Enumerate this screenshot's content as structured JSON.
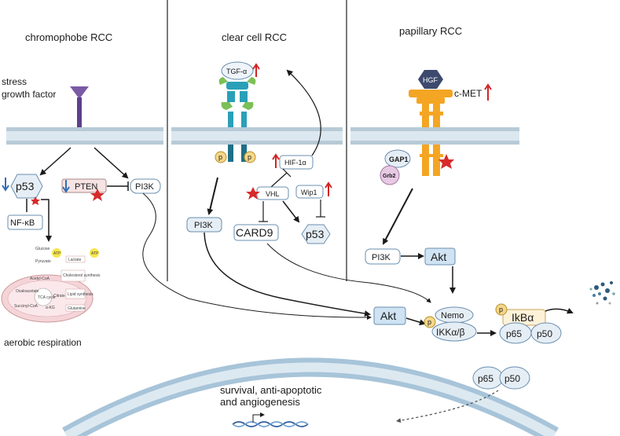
{
  "headers": {
    "chromophobe": "chromophobe RCC",
    "clear_cell": "clear cell RCC",
    "papillary": "papillary RCC"
  },
  "chromophobe": {
    "stress": "stress",
    "growth_factor": "growth factor",
    "p53": "p53",
    "pten": "PTEN",
    "pi3k": "PI3K",
    "nfkb": "NF-κB",
    "aerobic": "aerobic respiration",
    "metabolism": {
      "glucose": "Glucose",
      "pyruvate": "Pyruvate",
      "lactate": "Lactate",
      "acetyl_coa": "Acetyl-CoA",
      "cholesterol": "Cholesterol synthesis",
      "oxaloacetate": "Oxaloacetate",
      "tca": "TCA cycle",
      "citrate": "Citrate",
      "lipid": "Lipid synthesis",
      "succinyl": "Succinyl-CoA",
      "akg": "α-KG",
      "glutamine": "Glutamine",
      "atp": "ATP"
    }
  },
  "clear_cell": {
    "tgfa": "TGF-α",
    "p": "p",
    "hif": "HIF-1α",
    "vhl": "VHL",
    "wip1": "Wip1",
    "pi3k": "PI3K",
    "card9": "CARD9",
    "p53": "p53"
  },
  "papillary": {
    "hgf": "HGF",
    "cmet": "c-MET",
    "gap1": "GAP1",
    "grb2": "Grb2",
    "pi3k": "PI3K",
    "akt": "Akt"
  },
  "center": {
    "akt": "Akt",
    "nemo": "Nemo",
    "ikk": "IKKα/β",
    "p": "p",
    "ikba": "IkBα",
    "p65": "p65",
    "p50": "p50"
  },
  "nucleus": {
    "p65": "p65",
    "p50": "p50",
    "outcome_line1": "survival, anti-apoptotic",
    "outcome_line2": "and angiogenesis"
  },
  "colors": {
    "membrane": "#b8cad6",
    "box_blue": "#cfe3f3",
    "box_border": "#6a8fb0",
    "up_arrow": "#d02525",
    "down_arrow": "#2f6fb4",
    "star": "#d82a2a",
    "receptor_orange": "#f4a523",
    "receptor_teal": "#2aa0b8",
    "receptor_green": "#7cc057",
    "purple_receptor": "#7b5aa6",
    "nucleus": "#a7c4d9"
  }
}
